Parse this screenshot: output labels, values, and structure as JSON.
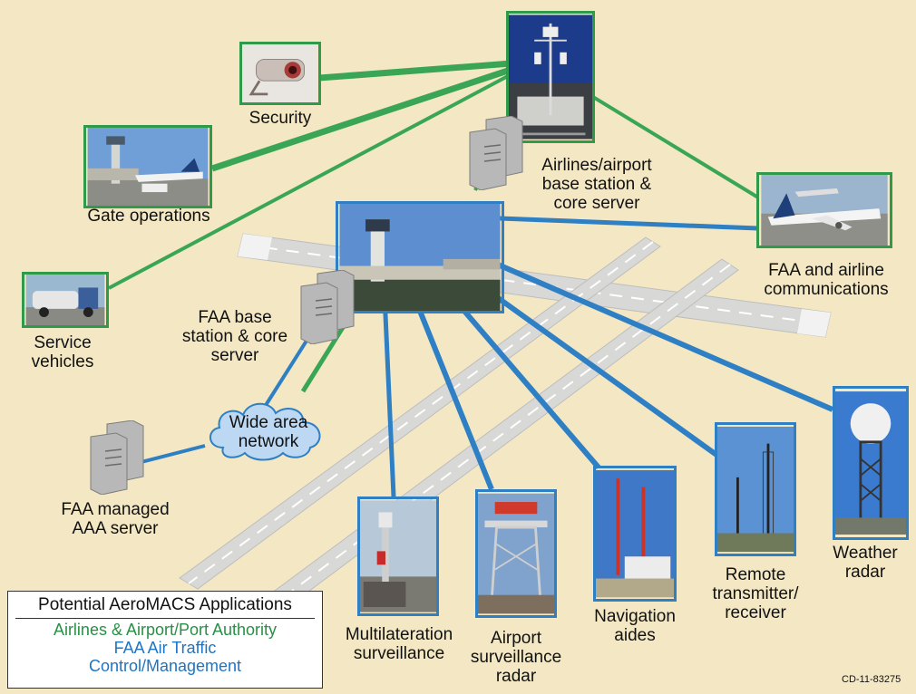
{
  "labels": {
    "security": "Security",
    "gate_operations": "Gate operations",
    "service_vehicles": [
      "Service",
      "vehicles"
    ],
    "airlines_base": [
      "Airlines/airport",
      "base station &",
      "core server"
    ],
    "faa_airline_comms": [
      "FAA and airline",
      "communications"
    ],
    "faa_base": [
      "FAA base",
      "station & core",
      "server"
    ],
    "wide_area_network": [
      "Wide area",
      "network"
    ],
    "faa_aaa": [
      "FAA managed",
      "AAA server"
    ],
    "multilateration": [
      "Multilateration",
      "surveillance"
    ],
    "airport_radar": [
      "Airport",
      "surveillance",
      "radar"
    ],
    "navigation": [
      "Navigation",
      "aides"
    ],
    "remote_tx": [
      "Remote",
      "transmitter/",
      "receiver"
    ],
    "weather_radar": [
      "Weather",
      "radar"
    ]
  },
  "legend": {
    "title": "Potential AeroMACS Applications",
    "green_line": "Airlines & Airport/Port Authority",
    "blue_line1": "FAA Air Traffic",
    "blue_line2": "Control/Management"
  },
  "figure_id": "CD-11-83275",
  "colors": {
    "airline_link": "#3aa655",
    "faa_link": "#2f7fc4",
    "background": "#f4e8c4"
  },
  "icons": [
    "server-icon",
    "cloud-icon",
    "camera-icon"
  ]
}
